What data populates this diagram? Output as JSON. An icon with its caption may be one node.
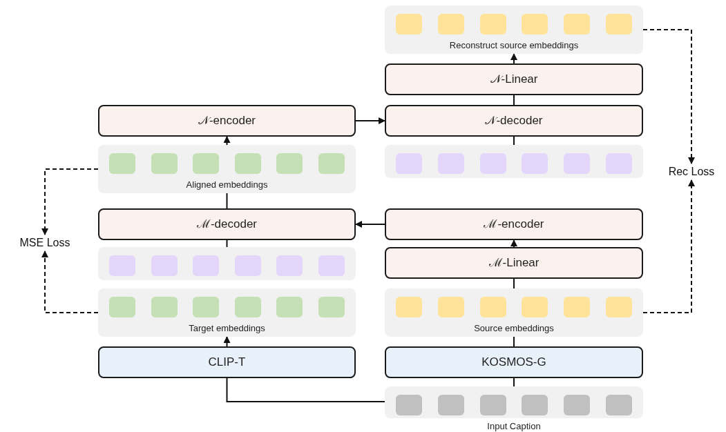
{
  "diagram": {
    "nodes": [
      {
        "text": [
          "Reconstruct source embeddings"
        ]
      },
      {
        "text": [
          "𝒩-Linear"
        ]
      },
      {
        "text": [
          "𝒩-encoder"
        ]
      },
      {
        "text": [
          "𝒩-decoder"
        ]
      },
      {
        "text": [
          "Aligned embeddings"
        ]
      },
      {
        "text": [],
        "shape": "box"
      },
      {
        "text": [
          "Rec Loss"
        ]
      },
      {
        "text": [
          "ℳ-decoder"
        ]
      },
      {
        "text": [
          "ℳ-encoder"
        ]
      },
      {
        "text": [
          "MSE Loss"
        ]
      },
      {
        "text": [],
        "shape": "box"
      },
      {
        "text": [
          "ℳ-Linear"
        ]
      },
      {
        "text": [
          "Target embeddings"
        ]
      },
      {
        "text": [
          "Source embeddings"
        ]
      },
      {
        "text": [
          "CLIP-T"
        ]
      },
      {
        "text": [
          "KOSMOS-G"
        ]
      },
      {
        "text": [
          "Input Caption"
        ]
      }
    ],
    "edges": [
      {
        "from": 16,
        "to": 14,
        "arrow": "none"
      },
      {
        "from": 16,
        "to": 15,
        "arrow": "none"
      },
      {
        "from": 14,
        "to": 12,
        "arrow": "to"
      },
      {
        "from": 15,
        "to": 13,
        "arrow": "none"
      },
      {
        "from": 13,
        "to": 11,
        "arrow": "none"
      },
      {
        "from": 11,
        "to": 8,
        "arrow": "to"
      },
      {
        "from": 8,
        "to": 7,
        "arrow": "to"
      },
      {
        "from": 10,
        "to": 7,
        "arrow": "none"
      },
      {
        "from": 7,
        "to": 4,
        "arrow": "none"
      },
      {
        "from": 4,
        "to": 2,
        "arrow": "to"
      },
      {
        "from": 2,
        "to": 3,
        "arrow": "to"
      },
      {
        "from": 5,
        "to": 3,
        "arrow": "none"
      },
      {
        "from": 3,
        "to": 1,
        "arrow": "none"
      },
      {
        "from": 1,
        "to": 0,
        "arrow": "to"
      },
      {
        "from": 4,
        "to": 9,
        "arrow": "to",
        "style": "dashed"
      },
      {
        "from": 12,
        "to": 9,
        "arrow": "to",
        "style": "dashed"
      },
      {
        "from": 0,
        "to": 6,
        "arrow": "to",
        "style": "dashed"
      },
      {
        "from": 13,
        "to": 6,
        "arrow": "to",
        "style": "dashed"
      }
    ]
  }
}
